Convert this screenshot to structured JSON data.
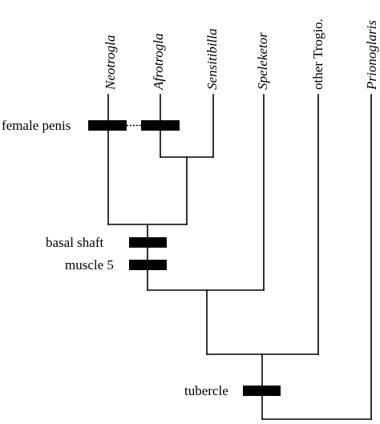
{
  "taxa": {
    "neotrogla": "Neotrogla",
    "afrotrogla": "Afrotrogla",
    "sensitibilla": "Sensitibilla",
    "speleketor": "Speleketor",
    "other_trogio": "other Trogio.",
    "prionoglaris": "Prionoglaris"
  },
  "characters": {
    "female_penis": "female penis",
    "basal_shaft": "basal shaft",
    "muscle_5": "muscle 5",
    "tubercle": "tubercle"
  }
}
